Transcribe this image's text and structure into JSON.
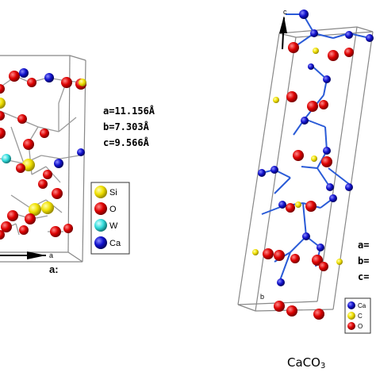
{
  "left_structure": {
    "axis_a_label": "a",
    "axis_a_label_2": "a:",
    "lattice": [
      "a=11.156Å",
      "b=7.303Å",
      "c=9.566Å"
    ],
    "legend": [
      {
        "symbol": "Si",
        "color": "#f0e000"
      },
      {
        "symbol": "O",
        "color": "#dd0000"
      },
      {
        "symbol": "W",
        "color": "#33dddd"
      },
      {
        "symbol": "Ca",
        "color": "#1010cc"
      }
    ]
  },
  "right_structure": {
    "axis_c_label": "c",
    "axis_b_label": "b",
    "lattice_partial": [
      "a=",
      "b=",
      "c="
    ],
    "legend": [
      {
        "symbol": "Ca",
        "color": "#1010cc"
      },
      {
        "symbol": "C",
        "color": "#f0e000"
      },
      {
        "symbol": "O",
        "color": "#dd0000"
      }
    ],
    "formula_main": "CaCO",
    "formula_sub": "3"
  }
}
